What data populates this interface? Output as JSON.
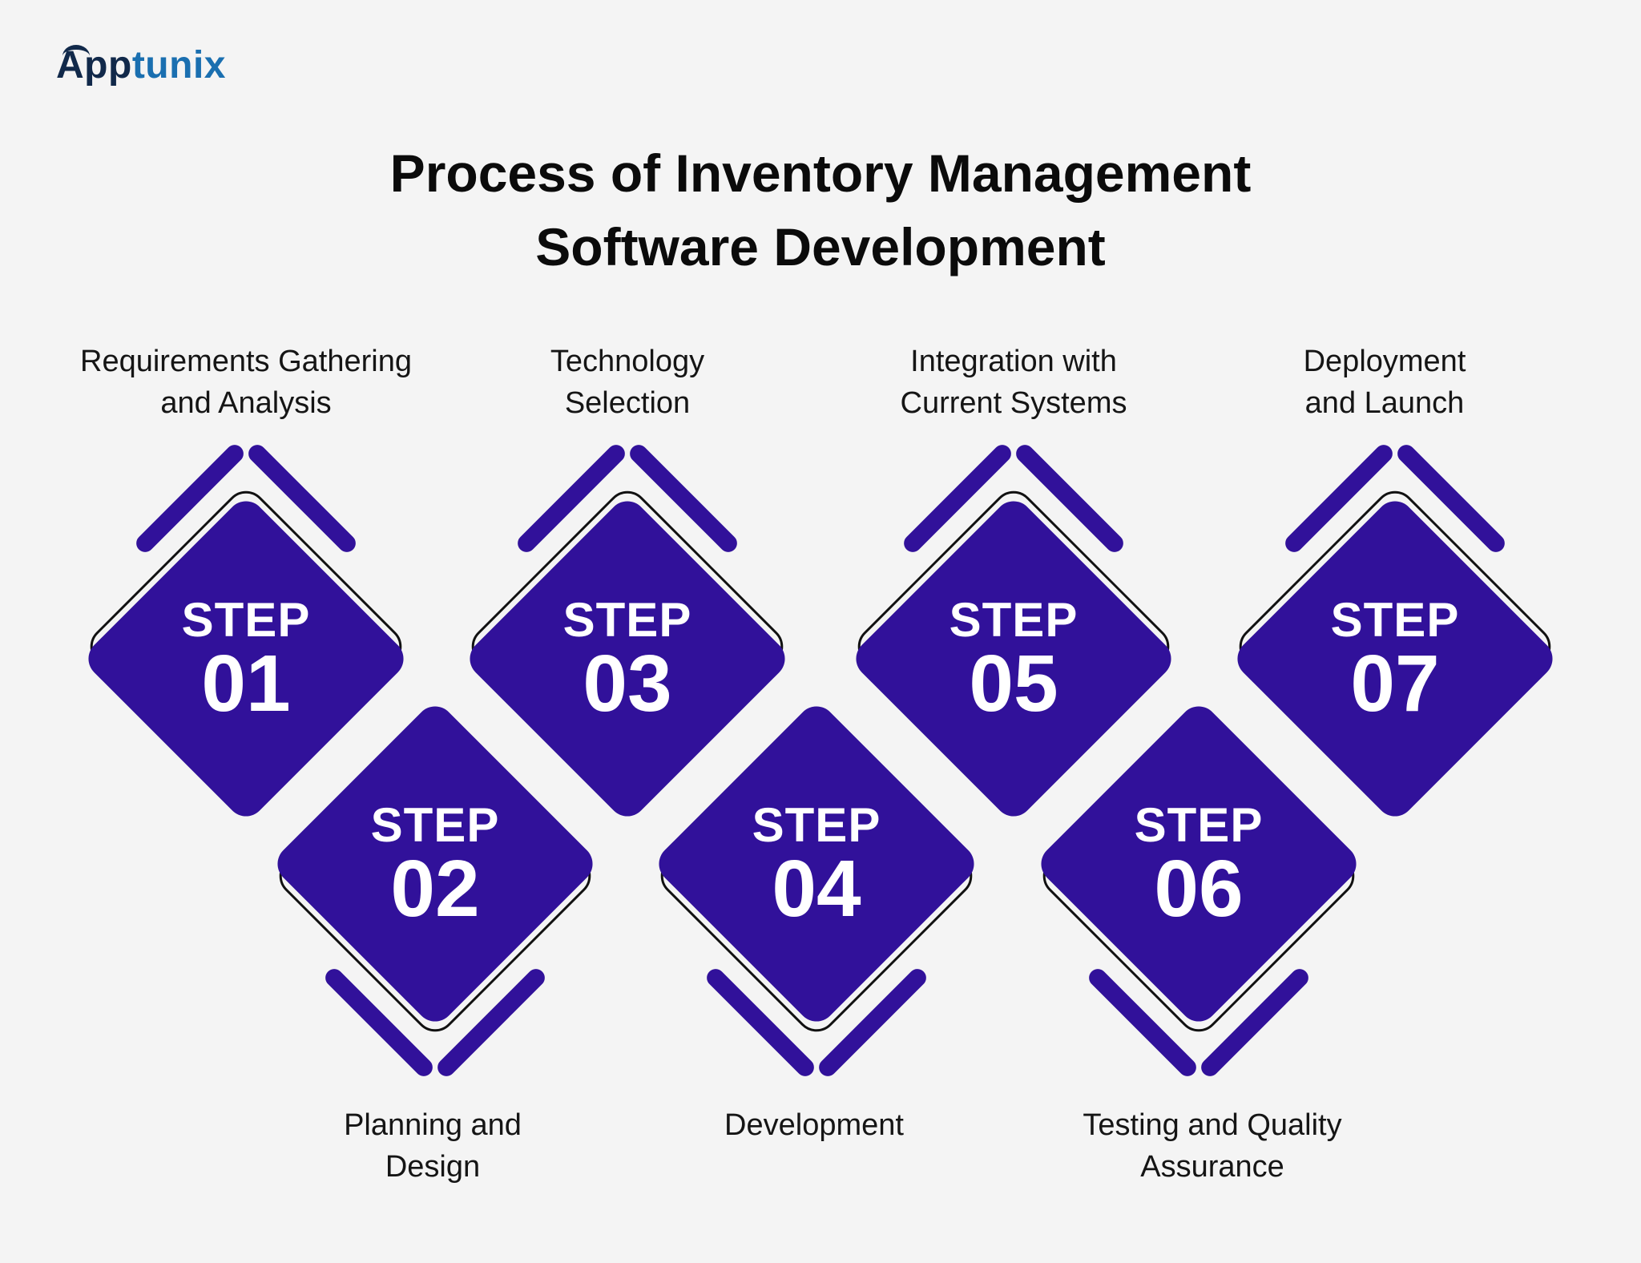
{
  "brand": {
    "logo_app": "App",
    "logo_tunix": "tunix",
    "primary": "#31119a",
    "logo_dark": "#11294a",
    "logo_blue": "#1a6fb0"
  },
  "title": {
    "line1": "Process of Inventory Management",
    "line2": "Software Development"
  },
  "steps": [
    {
      "word": "STEP",
      "number": "01",
      "label_line1": "Requirements Gathering",
      "label_line2": "and Analysis"
    },
    {
      "word": "STEP",
      "number": "02",
      "label_line1": "Planning and",
      "label_line2": "Design"
    },
    {
      "word": "STEP",
      "number": "03",
      "label_line1": "Technology",
      "label_line2": "Selection"
    },
    {
      "word": "STEP",
      "number": "04",
      "label_line1": "Development",
      "label_line2": ""
    },
    {
      "word": "STEP",
      "number": "05",
      "label_line1": "Integration with",
      "label_line2": "Current Systems"
    },
    {
      "word": "STEP",
      "number": "06",
      "label_line1": "Testing and Quality",
      "label_line2": "Assurance"
    },
    {
      "word": "STEP",
      "number": "07",
      "label_line1": "Deployment",
      "label_line2": "and Launch"
    }
  ]
}
